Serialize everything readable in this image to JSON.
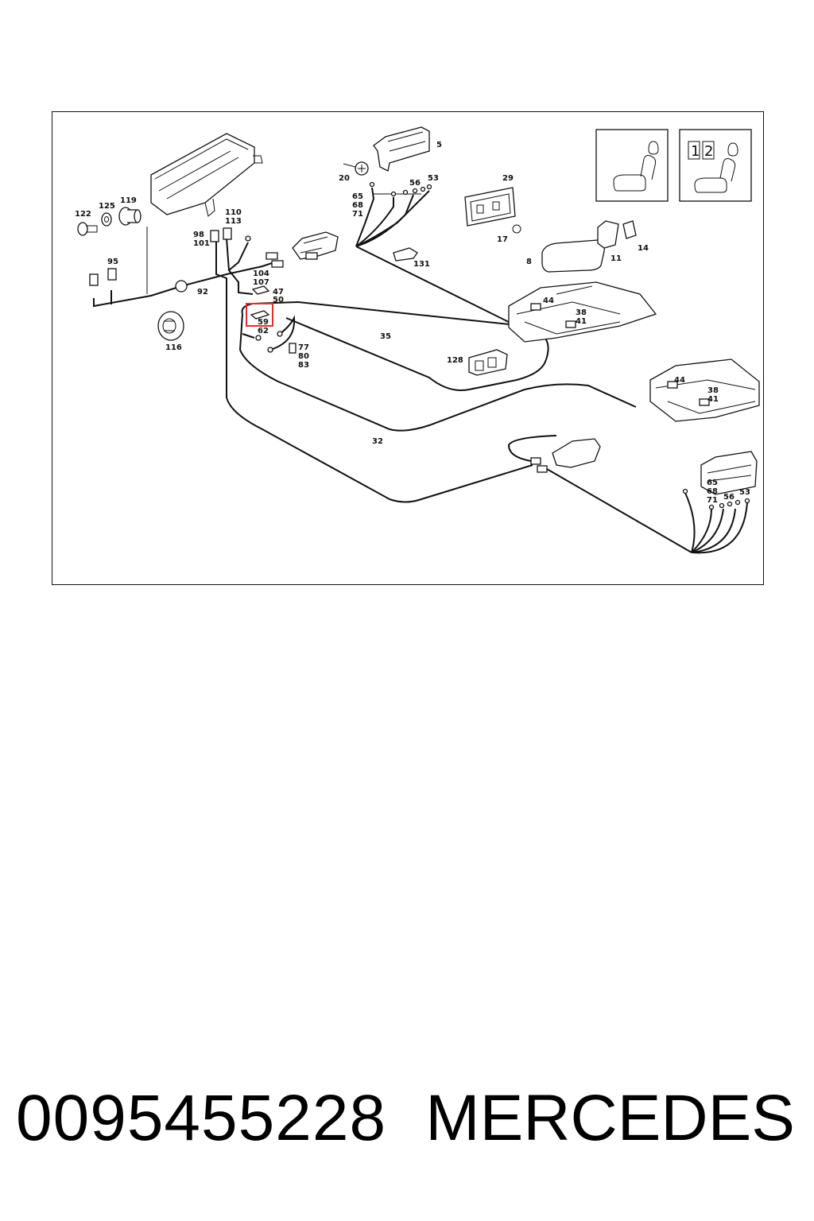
{
  "diagram": {
    "callouts": [
      "5",
      "20",
      "65",
      "68",
      "71",
      "56",
      "53",
      "29",
      "17",
      "131",
      "8",
      "11",
      "14",
      "122",
      "125",
      "119",
      "110",
      "113",
      "98",
      "101",
      "95",
      "104",
      "107",
      "47",
      "50",
      "59",
      "62",
      "92",
      "116",
      "77",
      "80",
      "83",
      "35",
      "128",
      "44",
      "38",
      "41",
      "44",
      "38",
      "41",
      "32",
      "65",
      "68",
      "71",
      "56",
      "53"
    ],
    "highlighted_callout": "59",
    "legend_icon_numbers": [
      "1",
      "2"
    ]
  },
  "footer": {
    "part_number": "0095455228",
    "brand": "MERCEDES"
  }
}
